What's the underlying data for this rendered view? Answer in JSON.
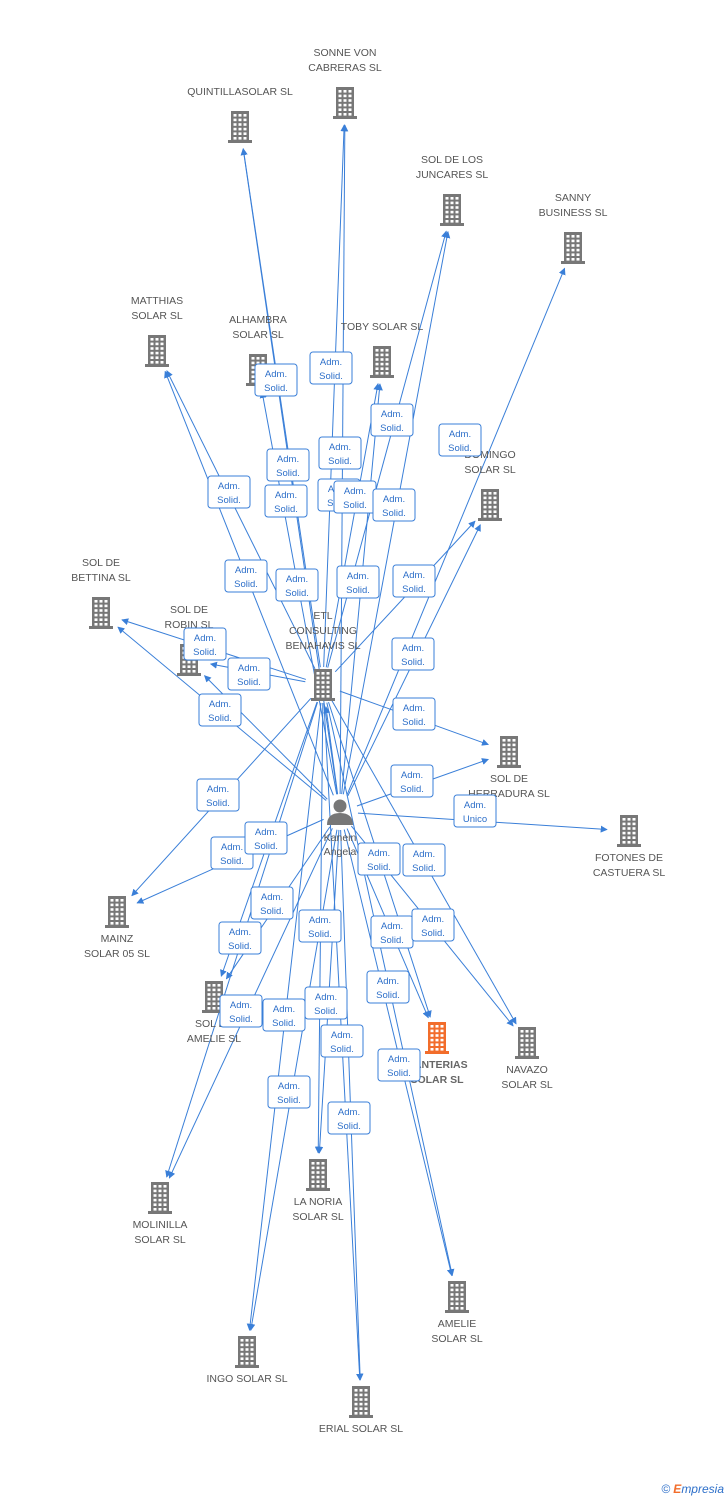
{
  "colors": {
    "edge": "#3a7fd8",
    "building": "#777777",
    "highlight": "#f26d2b",
    "person": "#777777"
  },
  "nodes": [
    {
      "id": "sonne",
      "kind": "building",
      "label": [
        "SONNE VON",
        "CABRERAS SL"
      ]
    },
    {
      "id": "quintilla",
      "kind": "building",
      "label": [
        "QUINTILLASOLAR SL"
      ]
    },
    {
      "id": "juncares",
      "kind": "building",
      "label": [
        "SOL DE LOS",
        "JUNCARES SL"
      ]
    },
    {
      "id": "sanny",
      "kind": "building",
      "label": [
        "SANNY",
        "BUSINESS SL"
      ]
    },
    {
      "id": "matthias",
      "kind": "building",
      "label": [
        "MATTHIAS",
        "SOLAR SL"
      ]
    },
    {
      "id": "alhambra",
      "kind": "building",
      "label": [
        "ALHAMBRA",
        "SOLAR SL"
      ]
    },
    {
      "id": "toby",
      "kind": "building",
      "label": [
        "TOBY SOLAR SL"
      ]
    },
    {
      "id": "domingo",
      "kind": "building",
      "label": [
        "DOMINGO",
        "SOLAR SL"
      ]
    },
    {
      "id": "bettina",
      "kind": "building",
      "label": [
        "SOL DE",
        "BETTINA SL"
      ]
    },
    {
      "id": "robin",
      "kind": "building",
      "label": [
        "SOL DE",
        "ROBIN SL"
      ]
    },
    {
      "id": "etl",
      "kind": "building",
      "label": [
        "ETL",
        "CONSULTING",
        "BENAHAVIS SL"
      ]
    },
    {
      "id": "herradura",
      "kind": "building",
      "label": [
        "SOL DE",
        "HERRADURA SL"
      ]
    },
    {
      "id": "person",
      "kind": "person",
      "label": [
        "Kanein",
        "Angela"
      ]
    },
    {
      "id": "fotones",
      "kind": "building",
      "label": [
        "FOTONES DE",
        "CASTUERA SL"
      ]
    },
    {
      "id": "mainz",
      "kind": "building",
      "label": [
        "MAINZ",
        "SOLAR 05 SL"
      ]
    },
    {
      "id": "amelie_sol",
      "kind": "building",
      "label": [
        "SOL DE",
        "AMELIE SL"
      ]
    },
    {
      "id": "canterias",
      "kind": "building",
      "highlight": true,
      "label": [
        "CANTERIAS",
        "SOLAR SL"
      ]
    },
    {
      "id": "navazo",
      "kind": "building",
      "label": [
        "NAVAZO",
        "SOLAR SL"
      ]
    },
    {
      "id": "molinilla",
      "kind": "building",
      "label": [
        "MOLINILLA",
        "SOLAR SL"
      ]
    },
    {
      "id": "noria",
      "kind": "building",
      "label": [
        "LA NORIA",
        "SOLAR SL"
      ]
    },
    {
      "id": "amelie",
      "kind": "building",
      "label": [
        "AMELIE",
        "SOLAR SL"
      ]
    },
    {
      "id": "ingo",
      "kind": "building",
      "label": [
        "INGO SOLAR SL"
      ]
    },
    {
      "id": "erial",
      "kind": "building",
      "label": [
        "ERIAL SOLAR SL"
      ]
    }
  ],
  "edges": [
    {
      "from": "person",
      "to": "sonne",
      "label": [
        "Adm.",
        "Solid."
      ]
    },
    {
      "from": "etl",
      "to": "sonne",
      "label": [
        "Adm.",
        "Solid."
      ]
    },
    {
      "from": "person",
      "to": "quintilla",
      "label": [
        "Adm.",
        "Solid."
      ]
    },
    {
      "from": "etl",
      "to": "quintilla",
      "label": [
        "Adm.",
        "Solid."
      ]
    },
    {
      "from": "person",
      "to": "juncares",
      "label": [
        "Adm.",
        "Solid."
      ]
    },
    {
      "from": "etl",
      "to": "juncares",
      "label": [
        "Adm.",
        "Solid."
      ]
    },
    {
      "from": "person",
      "to": "sanny",
      "label": [
        "Adm.",
        "Solid."
      ]
    },
    {
      "from": "person",
      "to": "matthias",
      "label": [
        "Adm.",
        "Solid."
      ]
    },
    {
      "from": "etl",
      "to": "matthias",
      "label": [
        "Adm.",
        "Solid."
      ]
    },
    {
      "from": "person",
      "to": "alhambra",
      "label": [
        "Adm.",
        "Solid."
      ]
    },
    {
      "from": "person",
      "to": "toby",
      "label": [
        "Adm.",
        "Solid."
      ]
    },
    {
      "from": "etl",
      "to": "toby",
      "label": [
        "Adm.",
        "Solid."
      ]
    },
    {
      "from": "person",
      "to": "domingo",
      "label": [
        "Adm.",
        "Solid."
      ]
    },
    {
      "from": "etl",
      "to": "domingo",
      "label": [
        "Adm.",
        "Solid."
      ]
    },
    {
      "from": "person",
      "to": "bettina",
      "label": [
        "Adm.",
        "Solid."
      ]
    },
    {
      "from": "etl",
      "to": "bettina",
      "label": [
        "Adm.",
        "Solid."
      ]
    },
    {
      "from": "person",
      "to": "robin",
      "label": [
        "Adm.",
        "Solid."
      ]
    },
    {
      "from": "etl",
      "to": "robin",
      "label": [
        "Adm.",
        "Solid."
      ]
    },
    {
      "from": "person",
      "to": "etl",
      "label": [
        "Adm.",
        "Solid."
      ]
    },
    {
      "from": "person",
      "to": "herradura",
      "label": [
        "Adm.",
        "Solid."
      ]
    },
    {
      "from": "etl",
      "to": "herradura",
      "label": [
        "Adm.",
        "Solid."
      ]
    },
    {
      "from": "person",
      "to": "fotones",
      "label": [
        "Adm.",
        "Unico"
      ]
    },
    {
      "from": "person",
      "to": "mainz",
      "label": [
        "Adm.",
        "Solid."
      ]
    },
    {
      "from": "etl",
      "to": "mainz",
      "label": [
        "Adm.",
        "Solid."
      ]
    },
    {
      "from": "person",
      "to": "amelie_sol",
      "label": [
        "Adm.",
        "Solid."
      ]
    },
    {
      "from": "etl",
      "to": "amelie_sol",
      "label": [
        "Adm.",
        "Solid."
      ]
    },
    {
      "from": "person",
      "to": "canterias",
      "label": [
        "Adm.",
        "Solid."
      ]
    },
    {
      "from": "etl",
      "to": "canterias",
      "label": [
        "Adm.",
        "Solid."
      ]
    },
    {
      "from": "person",
      "to": "navazo",
      "label": [
        "Adm.",
        "Solid."
      ]
    },
    {
      "from": "etl",
      "to": "navazo",
      "label": [
        "Adm.",
        "Solid."
      ]
    },
    {
      "from": "person",
      "to": "molinilla",
      "label": [
        "Adm.",
        "Solid."
      ]
    },
    {
      "from": "etl",
      "to": "molinilla",
      "label": [
        "Adm.",
        "Solid."
      ]
    },
    {
      "from": "person",
      "to": "noria",
      "label": [
        "Adm.",
        "Solid."
      ]
    },
    {
      "from": "etl",
      "to": "noria",
      "label": [
        "Adm.",
        "Solid."
      ]
    },
    {
      "from": "person",
      "to": "amelie",
      "label": [
        "Adm.",
        "Solid."
      ]
    },
    {
      "from": "etl",
      "to": "amelie",
      "label": [
        "Adm.",
        "Solid."
      ]
    },
    {
      "from": "person",
      "to": "ingo",
      "label": [
        "Adm.",
        "Solid."
      ]
    },
    {
      "from": "etl",
      "to": "ingo",
      "label": [
        "Adm.",
        "Solid."
      ]
    },
    {
      "from": "person",
      "to": "erial",
      "label": [
        "Adm.",
        "Solid."
      ]
    },
    {
      "from": "etl",
      "to": "erial",
      "label": [
        "Adm.",
        "Solid."
      ]
    }
  ],
  "footer": {
    "copyright": "©",
    "brand_first": "E",
    "brand_rest": "mpresia"
  }
}
